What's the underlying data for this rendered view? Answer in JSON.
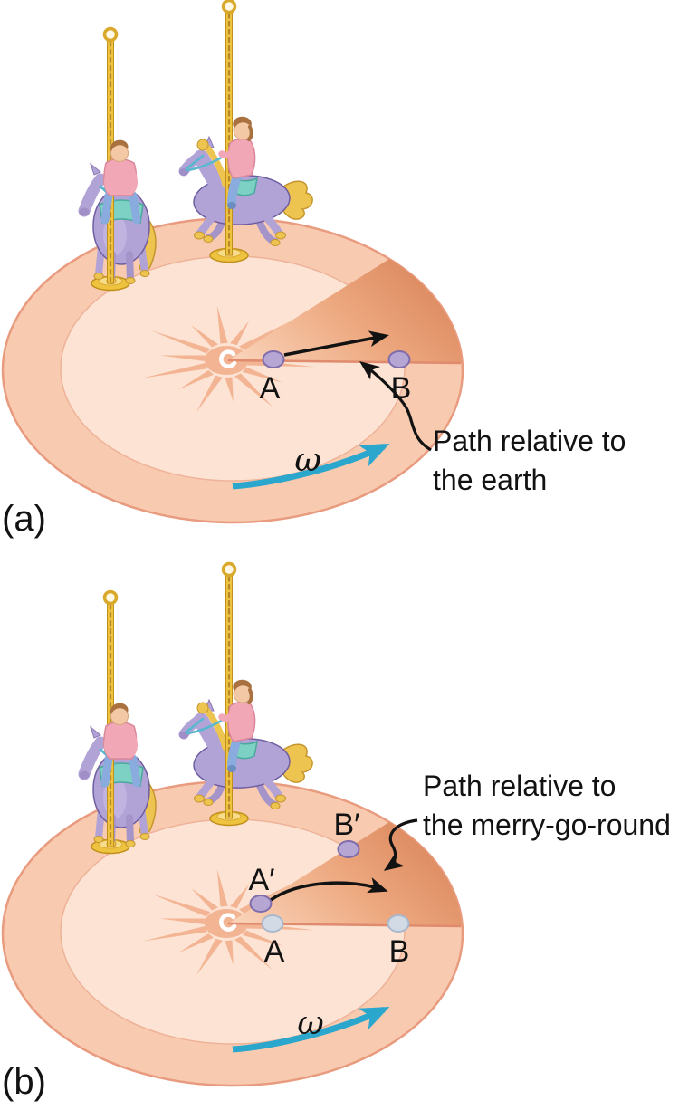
{
  "figure": {
    "description": "Merry-go-round Coriolis effect illustration with two panels",
    "panels": [
      {
        "tag": "(a)",
        "caption_line1": "Path relative to",
        "caption_line2": "the earth",
        "omega": "ω",
        "point_labels": {
          "A": "A",
          "B": "B"
        }
      },
      {
        "tag": "(b)",
        "caption_line1": "Path relative to",
        "caption_line2": "the merry-go-round",
        "omega": "ω",
        "point_labels": {
          "A": "A",
          "B": "B",
          "A_prime": "A′",
          "B_prime": "B′"
        }
      }
    ],
    "colors": {
      "disk_rim": "#f8cbb0",
      "disk_edge": "#e89b7e",
      "disk_inner": "#fce3d3",
      "starburst": "#f3b493",
      "wedge_dark": "#dd8a60",
      "wedge_light": "#f9d2b8",
      "radial_line": "#e08a6e",
      "marker_purple": "#b6a6d4",
      "marker_purple_stroke": "#7f6cab",
      "marker_faded": "#d2dae6",
      "marker_faded_stroke": "#aab8cc",
      "omega_arrow": "#2ba6cc",
      "pole_gold": "#eec33f",
      "pole_gold_dark": "#c0901a",
      "horse_body": "#b2a3d6",
      "mane_gold": "#ecc44f",
      "saddle_teal": "#7cd0c4",
      "rider_shirt": "#f2a7b6",
      "rider_jeans": "#8aabde",
      "text": "#121212"
    }
  }
}
